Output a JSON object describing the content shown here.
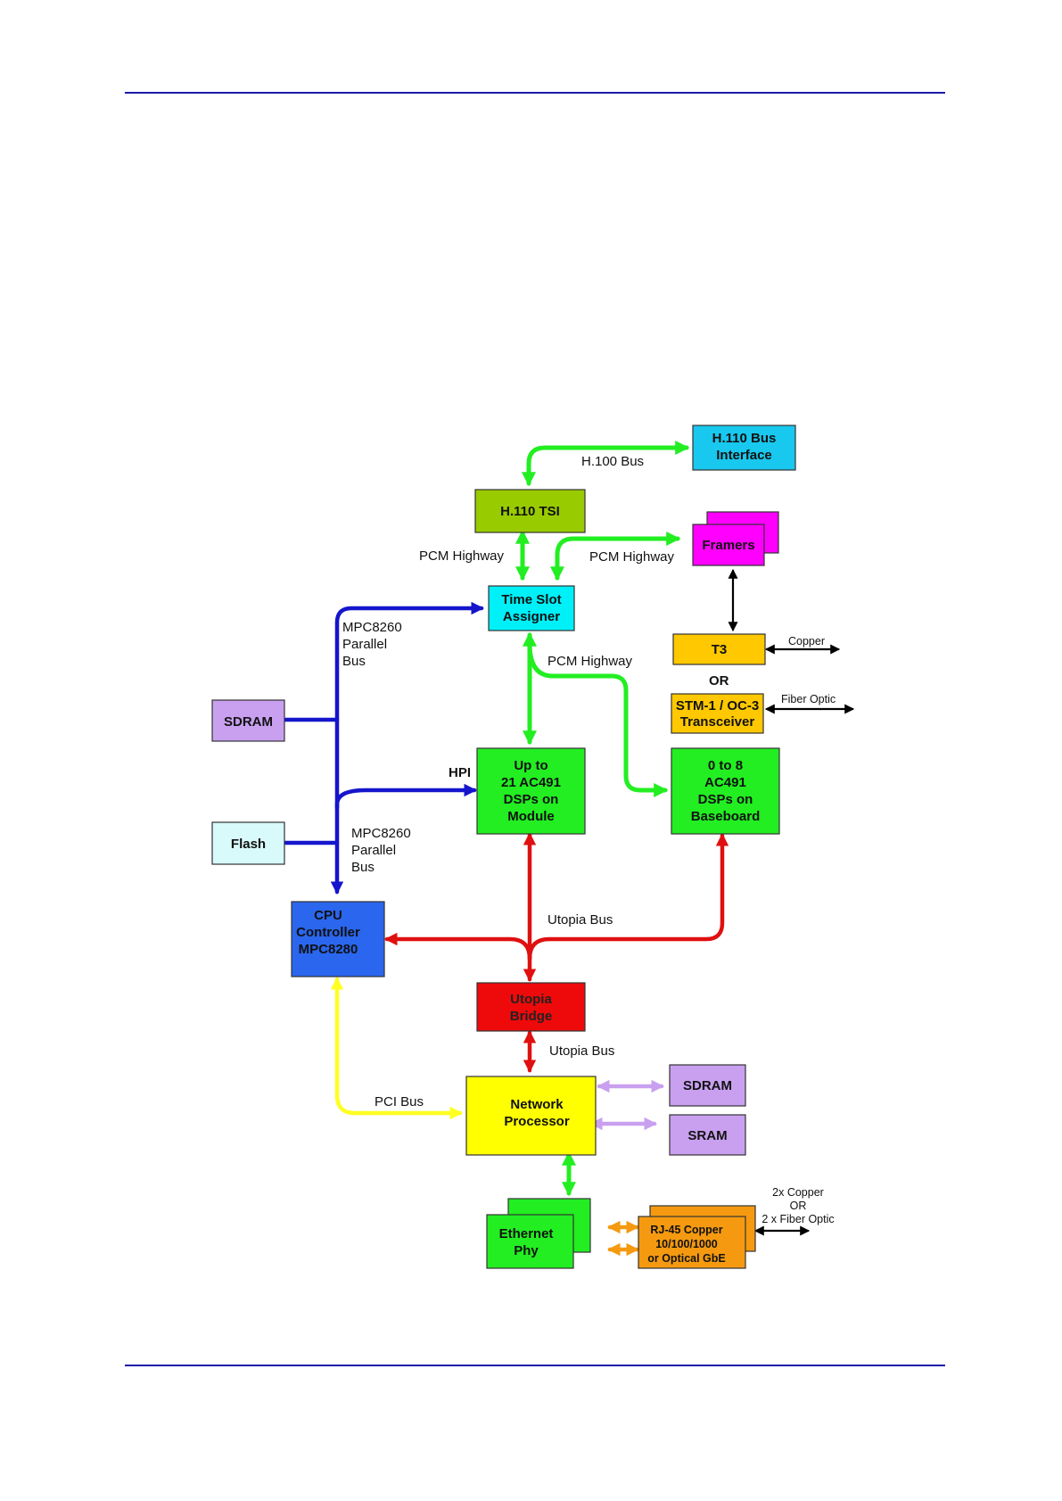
{
  "colors": {
    "rule": "#1a1aa8",
    "green_bus": "#22ee22",
    "blue_bus": "#1515cc",
    "red_bus": "#e01010",
    "yellow_bus": "#ffff22",
    "lavender_bus": "#c9a0f0",
    "orange_bus": "#f59a10"
  },
  "boxes": {
    "h110_bus_interface": [
      "H.110 Bus",
      "Interface"
    ],
    "h110_tsi": [
      "H.110 TSI"
    ],
    "framers": [
      "Framers"
    ],
    "time_slot_assigner": [
      "Time Slot",
      "Assigner"
    ],
    "t3": [
      "T3"
    ],
    "stm1": [
      "STM-1 / OC-3",
      "Transceiver"
    ],
    "sdram_left": [
      "SDRAM"
    ],
    "dsp_module": [
      "Up to",
      "21 AC491",
      "DSPs on",
      "Module"
    ],
    "dsp_baseboard": [
      "0 to 8",
      "AC491",
      "DSPs on",
      "Baseboard"
    ],
    "flash": [
      "Flash"
    ],
    "cpu": [
      "CPU",
      "Controller",
      "MPC8280"
    ],
    "utopia_bridge": [
      "Utopia",
      "Bridge"
    ],
    "network_processor": [
      "Network",
      "Processor"
    ],
    "sdram_right": [
      "SDRAM"
    ],
    "sram": [
      "SRAM"
    ],
    "ethernet_phy": [
      "Ethernet",
      "Phy"
    ],
    "rj45": [
      "RJ-45 Copper",
      "10/100/1000",
      "or Optical GbE"
    ]
  },
  "labels": {
    "h100_bus": "H.100 Bus",
    "pcm_highway_left": "PCM Highway",
    "pcm_highway_right": "PCM Highway",
    "pcm_highway_mid": "PCM Highway",
    "mpc_bus_upper": [
      "MPC8260",
      "Parallel",
      "Bus"
    ],
    "mpc_bus_lower": [
      "MPC8260",
      "Parallel",
      "Bus"
    ],
    "hpi": "HPI",
    "copper": "Copper",
    "or": "OR",
    "fiber_optic": "Fiber Optic",
    "utopia_bus_upper": "Utopia Bus",
    "utopia_bus_lower": "Utopia Bus",
    "pci_bus": "PCI Bus",
    "phy_out": [
      "2x Copper",
      "OR",
      "2 x Fiber Optic"
    ]
  }
}
